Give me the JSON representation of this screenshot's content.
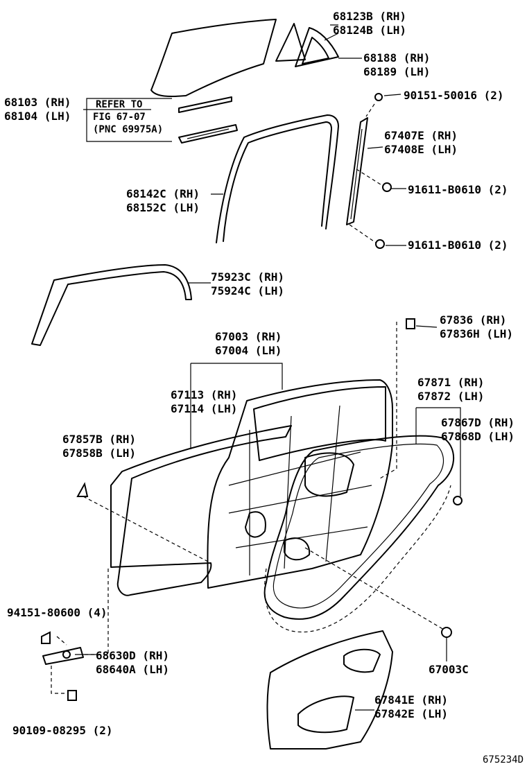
{
  "parts": {
    "p68123": [
      "68123B (RH)",
      "68124B (LH)"
    ],
    "p68188": [
      "68188 (RH)",
      "68189 (LH)"
    ],
    "p68103": [
      "68103 (RH)",
      "68104 (LH)"
    ],
    "refer": [
      "REFER TO",
      "FIG 67-07",
      "(PNC 69975A)"
    ],
    "p90151": "90151-50016 (2)",
    "p67407": [
      "67407E (RH)",
      "67408E (LH)"
    ],
    "p91611a": "91611-B0610 (2)",
    "p68142": [
      "68142C (RH)",
      "68152C (LH)"
    ],
    "p91611b": "91611-B0610 (2)",
    "p75923": [
      "75923C (RH)",
      "75924C (LH)"
    ],
    "p67836": [
      "67836 (RH)",
      "67836H (LH)"
    ],
    "p67003": [
      "67003 (RH)",
      "67004 (LH)"
    ],
    "p67113": [
      "67113 (RH)",
      "67114 (LH)"
    ],
    "p67871": [
      "67871 (RH)",
      "67872 (LH)"
    ],
    "p67857": [
      "67857B (RH)",
      "67858B (LH)"
    ],
    "p67867": [
      "67867D (RH)",
      "67868D (LH)"
    ],
    "p94151": "94151-80600 (4)",
    "p68630": [
      "68630D (RH)",
      "68640A (LH)"
    ],
    "p67003c": "67003C",
    "p67841": [
      "67841E (RH)",
      "67842E (LH)"
    ],
    "p90109": "90109-08295 (2)"
  },
  "diagram_code": "675234D"
}
